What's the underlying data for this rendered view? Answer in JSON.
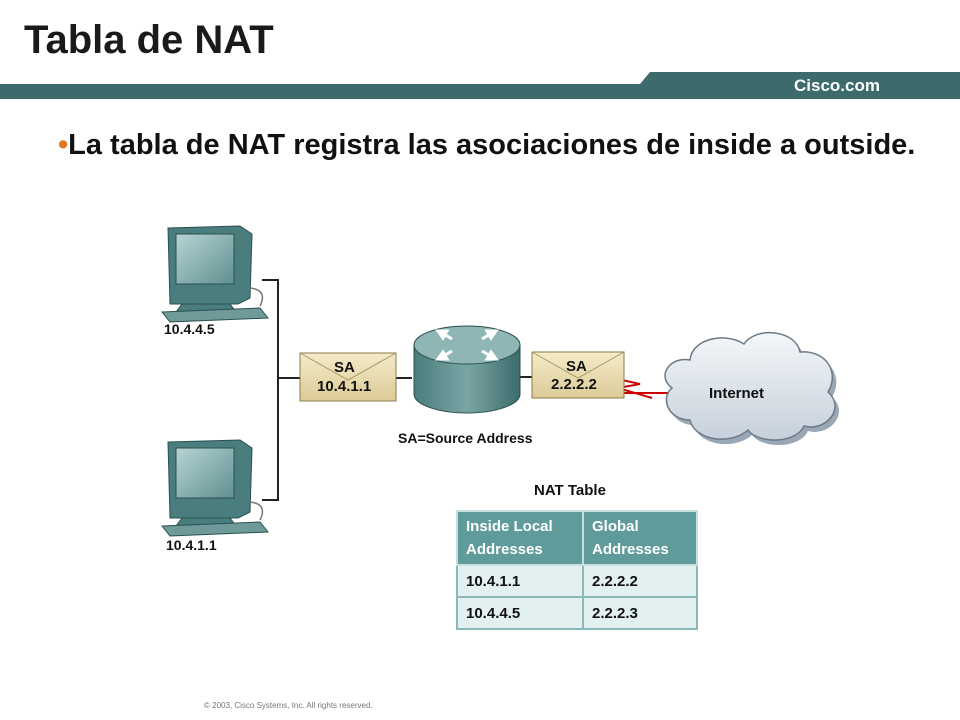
{
  "slide": {
    "title": "Tabla de NAT",
    "brand": "Cisco.com",
    "bullet_marker": "•",
    "bullet": "La tabla de NAT registra las asociaciones de inside a outside.",
    "copyright": "© 2003, Cisco Systems, Inc. All rights reserved."
  },
  "diagram": {
    "hosts": [
      {
        "ip": "10.4.4.5"
      },
      {
        "ip": "10.4.1.1"
      }
    ],
    "packet_left": {
      "label": "SA",
      "address": "10.4.1.1"
    },
    "packet_right": {
      "label": "SA",
      "address": "2.2.2.2"
    },
    "router_caption": "SA=Source Address",
    "cloud_label": "Internet",
    "table_title": "NAT Table",
    "table": {
      "headers": [
        [
          "Inside Local",
          "Addresses"
        ],
        [
          "Global",
          "Addresses"
        ]
      ],
      "rows": [
        [
          "10.4.1.1",
          "2.2.2.2"
        ],
        [
          "10.4.4.5",
          "2.2.2.3"
        ]
      ]
    }
  },
  "colors": {
    "header_band": "#3d6b6b",
    "bullet_marker": "#e07820",
    "table_header": "#5f9b9b",
    "table_cell": "#e2f0f0",
    "link_red": "#cc0000"
  }
}
